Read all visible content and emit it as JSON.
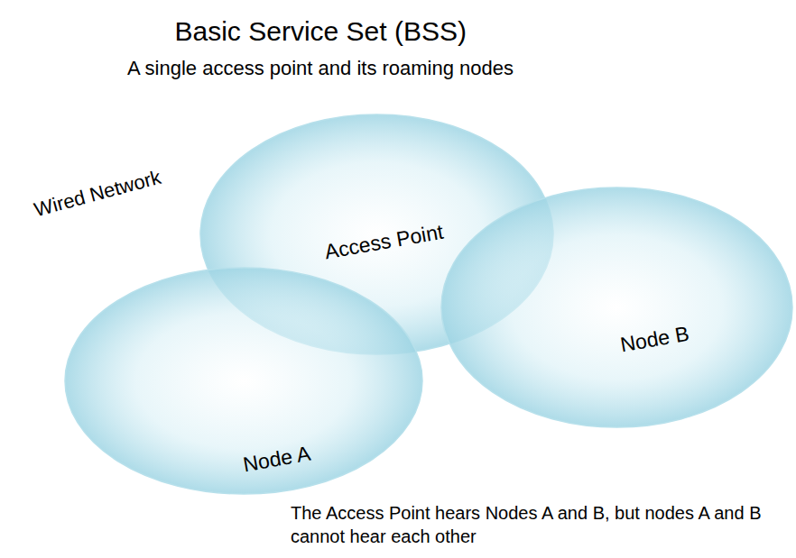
{
  "diagram": {
    "title": "Basic Service Set (BSS)",
    "caption": "The Access Point hears Nodes A and B, but nodes A and B cannot hear each other",
    "nodes": [
      {
        "text": [
          "Access Point"
        ]
      },
      {
        "text": [
          "Node A"
        ]
      },
      {
        "text": [
          "Node B"
        ]
      }
    ],
    "labels": [
      "A single access point and its roaming nodes",
      "Wired Network"
    ]
  }
}
